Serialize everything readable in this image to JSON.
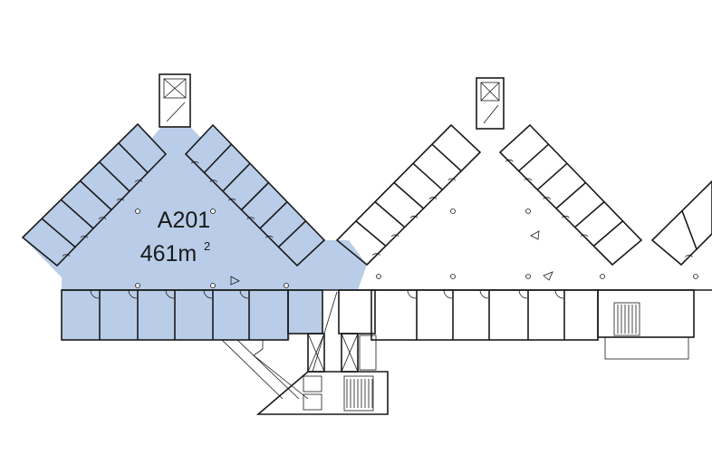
{
  "plan": {
    "highlighted_unit": {
      "room_id": "A201",
      "area_value": "461m",
      "area_superscript": "2",
      "fill_color": "#b9cde8"
    },
    "wall_color": "#1a1a1a",
    "background_color": "#ffffff"
  }
}
